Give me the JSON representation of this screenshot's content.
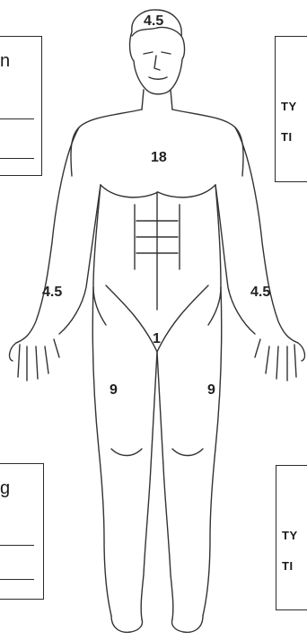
{
  "panels": {
    "top_left": {
      "title": "n"
    },
    "top_right": {
      "field1": "TY",
      "field2": "TI"
    },
    "bottom_left": {
      "title": "g"
    },
    "bottom_right": {
      "field1": "TY",
      "field2": "TI"
    }
  },
  "percentages": {
    "head": "4.5",
    "torso": "18",
    "left_arm": "4.5",
    "right_arm": "4.5",
    "groin": "1",
    "left_leg": "9",
    "right_leg": "9"
  },
  "colors": {
    "ink": "#2b2b2b",
    "paper": "#ffffff"
  }
}
